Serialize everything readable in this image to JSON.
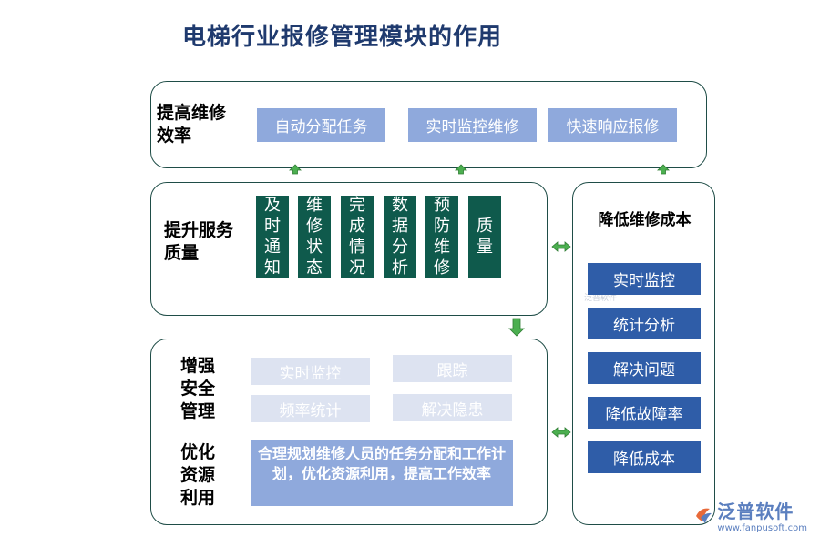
{
  "title": "电梯行业报修管理模块的作用",
  "efficiency": {
    "label": "提高维修\n效率",
    "items": [
      "自动分配任务",
      "实时监控维修",
      "快速响应报修"
    ]
  },
  "service": {
    "label": "提升服务\n质量",
    "items": [
      "及时通知",
      "维修状态",
      "完成情况",
      "数据分析",
      "预防维修",
      "质量"
    ]
  },
  "safety": {
    "label": "增强\n安全\n管理",
    "items": [
      "实时监控",
      "跟踪",
      "频率统计",
      "解决隐患"
    ]
  },
  "resources": {
    "label": "优化\n资源\n利用",
    "text": "合理规划维修人员的任务分配和工作计划，优化资源利用，提高工作效率"
  },
  "cost": {
    "label": "降低维修成本",
    "items": [
      "实时监控",
      "统计分析",
      "解决问题",
      "降低故障率",
      "降低成本"
    ]
  },
  "logo": {
    "name": "泛普软件",
    "url": "www.fanpusoft.com"
  },
  "colors": {
    "title": "#1f3a6e",
    "panel_border": "#1f4d47",
    "light_blue": "#8fa9dc",
    "dark_green": "#0f5a4c",
    "pale_blue": "#dde3f1",
    "dark_blue": "#2f5da8",
    "arrow_green": "#4caf50"
  }
}
